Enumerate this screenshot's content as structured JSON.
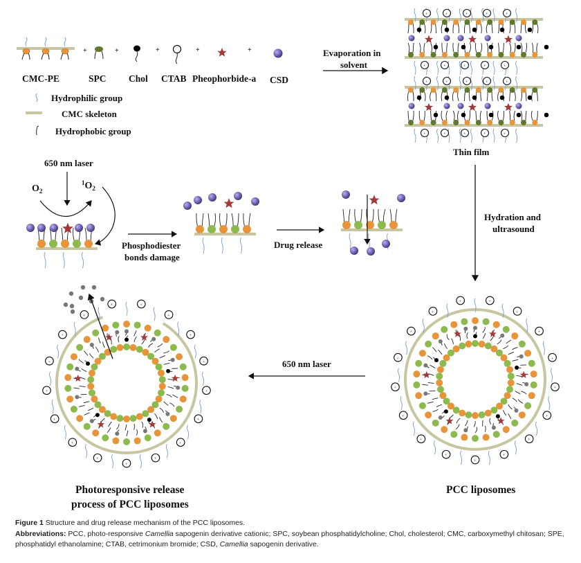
{
  "legend": {
    "components": [
      {
        "label": "CMC-PE",
        "icon": "cmc-pe-icon"
      },
      {
        "label": "SPC",
        "icon": "spc-icon"
      },
      {
        "label": "Chol",
        "icon": "chol-icon"
      },
      {
        "label": "CTAB",
        "icon": "ctab-icon"
      },
      {
        "label": "Pheophorbide-a",
        "icon": "star-icon"
      },
      {
        "label": "CSD",
        "icon": "sphere-icon"
      }
    ],
    "plus_sign": "+",
    "keys": [
      {
        "label": "Hydrophilic  group",
        "icon": "hydrophilic-wave-icon"
      },
      {
        "label": "CMC skeleton",
        "icon": "skeleton-bar-icon"
      },
      {
        "label": "Hydrophobic group",
        "icon": "hydrophobic-tail-icon"
      }
    ]
  },
  "steps": {
    "evaporation": {
      "line1": "Evaporation in",
      "line2": "solvent"
    },
    "thin_film": "Thin film",
    "hydration": {
      "line1": "Hydration and",
      "line2": "ultrasound"
    },
    "laser_bottom": "650 nm laser",
    "laser_top": "650 nm laser",
    "o2": "O",
    "o2_sub": "2",
    "singlet_sup": "1",
    "singlet": "O",
    "singlet_sub": "2",
    "phosphodiester": {
      "line1": "Phosphodiester",
      "line2": "bonds damage"
    },
    "drug_release": "Drug release",
    "pcc_liposomes": "PCC liposomes",
    "photoresponsive": {
      "line1": "Photoresponsive release",
      "line2": "process of PCC liposomes"
    }
  },
  "caption": {
    "figure_label": "Figure 1",
    "figure_text": "Structure and drug release mechanism of the PCC liposomes.",
    "abbr_label": "Abbreviations:",
    "abbr_part1": " PCC, photo-responsive ",
    "abbr_italic1": "Camellia",
    "abbr_part2": " sapogenin derivative cationic; SPC, soybean phosphatidylcholine; Chol, cholesterol; CMC, carboxymethyl chitosan; SPE, phosphatidyl ethanolamine; CTAB, cetrimonium bromide; CSD, ",
    "abbr_italic2": "Camellia",
    "abbr_part3": " sapogenin derivative."
  },
  "colors": {
    "orange_head": "#e8943a",
    "green_head": "#8dba4e",
    "dark_green_head": "#5f7a2e",
    "skeleton": "#c8c6a0",
    "star": "#a33a3a",
    "csd_sphere": "#7a6bb8",
    "hydrophilic": "#7a9ad0",
    "gray_ball": "#777777"
  }
}
